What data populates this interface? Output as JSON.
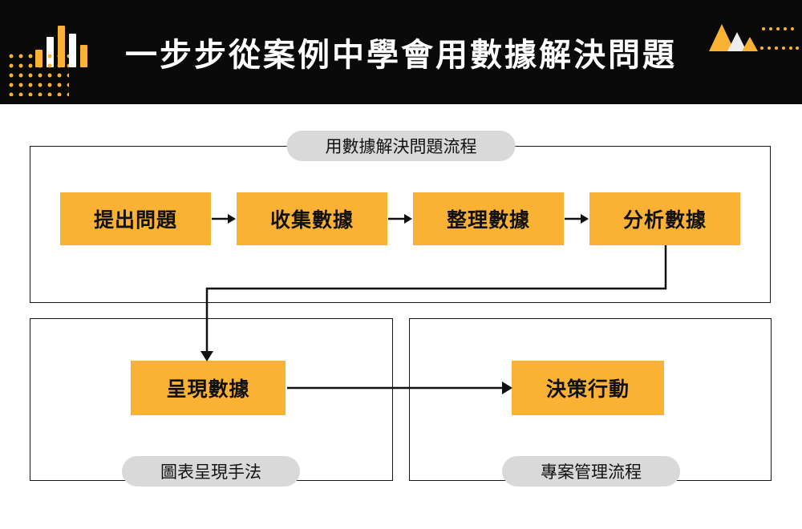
{
  "header": {
    "title": "一步步從案例中學會用數據解決問題"
  },
  "icons": {
    "logo": "bar-chart-icon",
    "header_right": "mountain-triangles-icon",
    "step_connector": "arrow-right-icon"
  },
  "colors": {
    "accent_yellow": "#F9B233",
    "header_bg": "#0A0A0A",
    "pill_bg": "#D9D9D9",
    "line": "#111111"
  },
  "flow_section": {
    "label": "用數據解決問題流程",
    "steps": [
      "提出問題",
      "收集數據",
      "整理數據",
      "分析數據"
    ]
  },
  "present_section": {
    "step": "呈現數據",
    "label": "圖表呈現手法"
  },
  "decision_section": {
    "step": "決策行動",
    "label": "專案管理流程"
  }
}
